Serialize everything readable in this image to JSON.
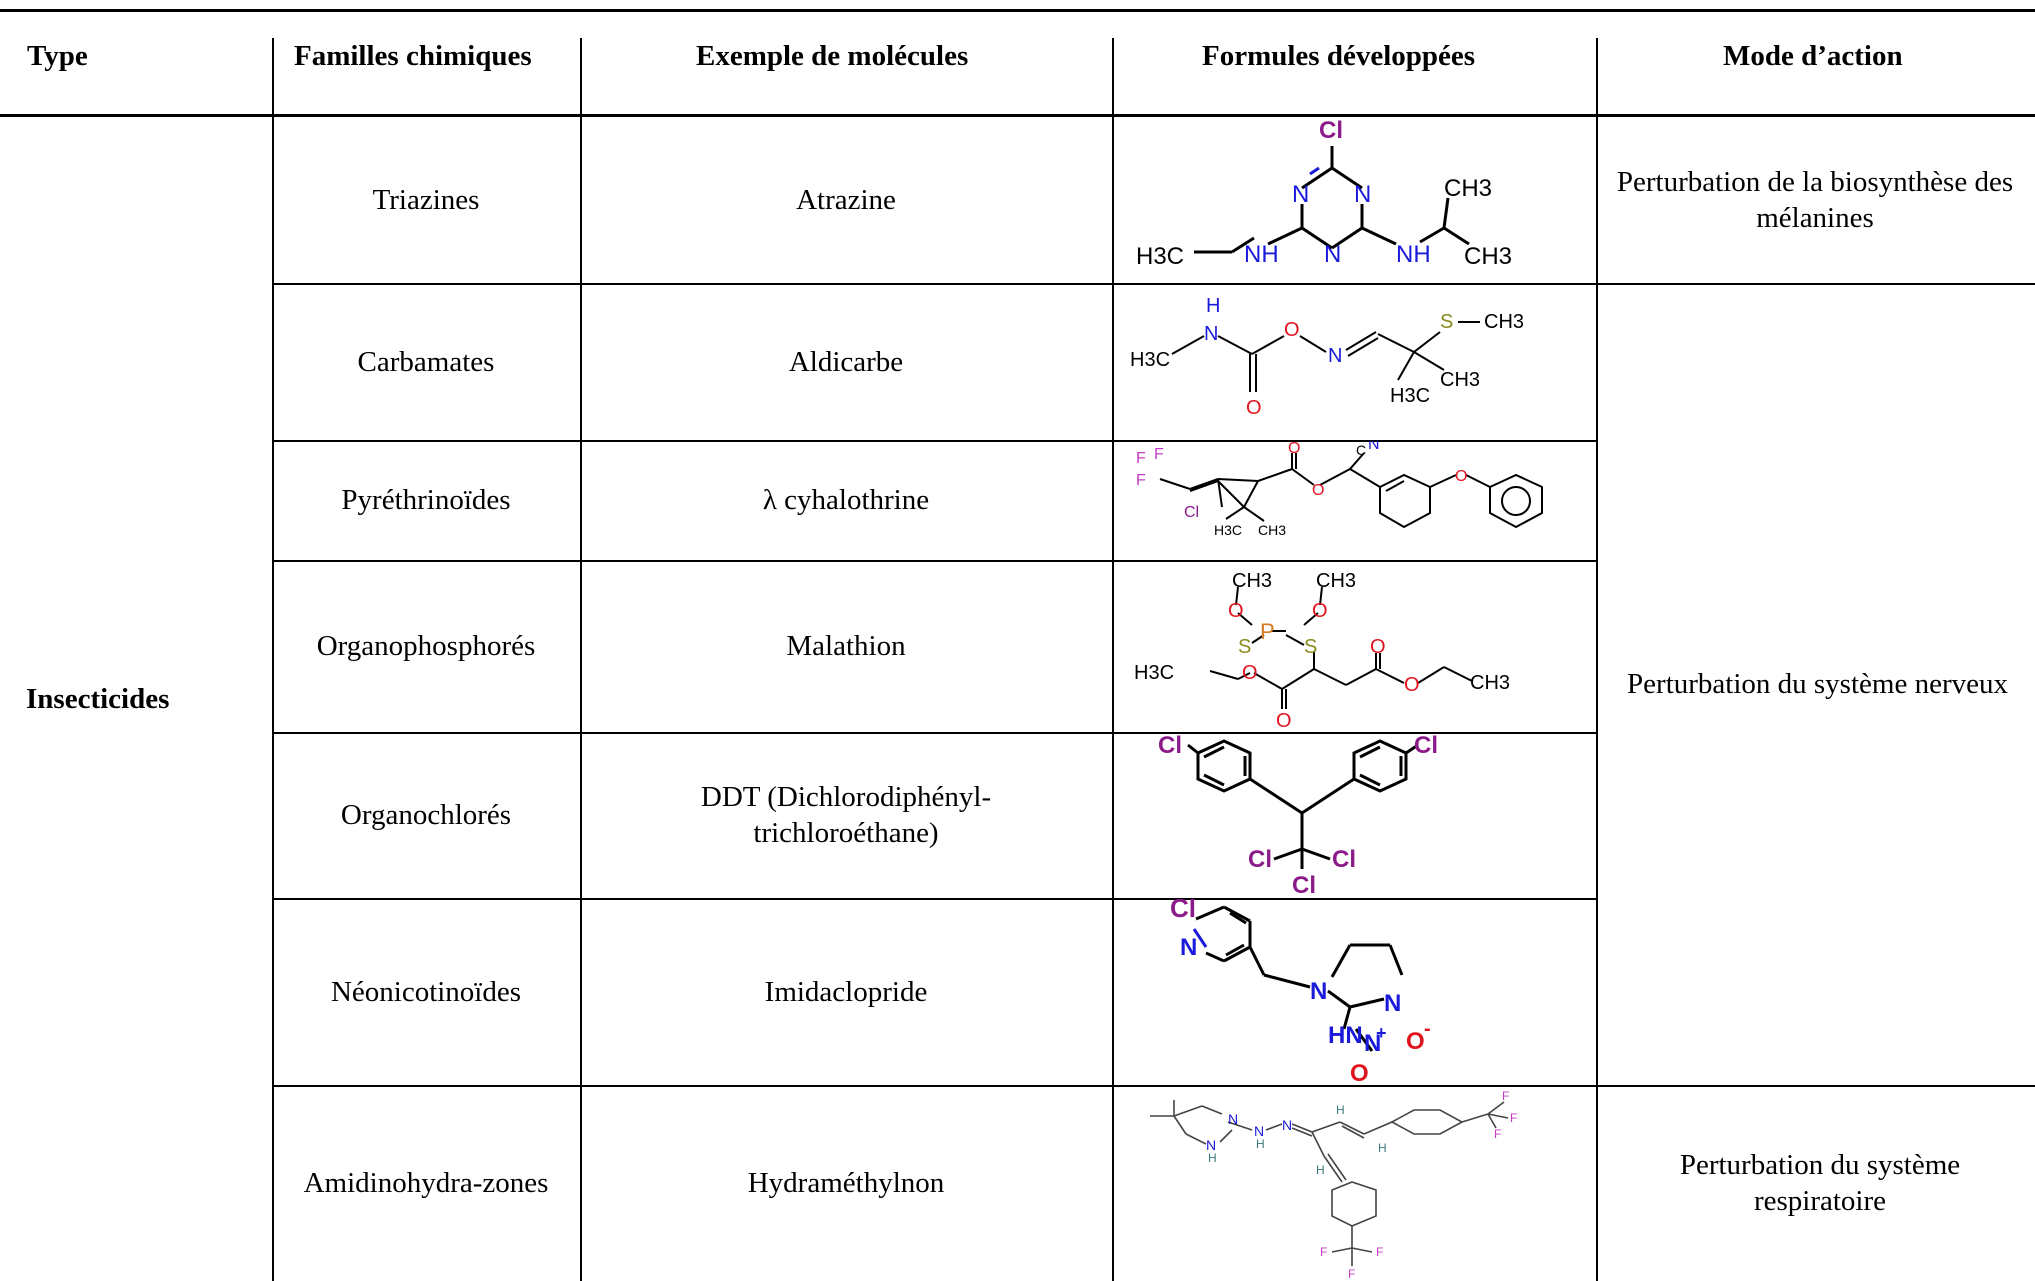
{
  "headers": {
    "type": "Type",
    "families": "Familles chimiques",
    "examples": "Exemple de molécules",
    "formulas": "Formules développées",
    "mode": "Mode d’action"
  },
  "type_label": "Insecticides",
  "rows": [
    {
      "family": "Triazines",
      "molecule": "Atrazine"
    },
    {
      "family": "Carbamates",
      "molecule": "Aldicarbe"
    },
    {
      "family": "Pyréthrinoïdes",
      "molecule": "λ cyhalothrine"
    },
    {
      "family": "Organophosphorés",
      "molecule": "Malathion"
    },
    {
      "family": "Organochlorés",
      "molecule": "DDT (Dichlorodiphényl-trichloroéthane)"
    },
    {
      "family": "Néonicotinoïdes",
      "molecule": "Imidaclopride"
    },
    {
      "family": "Amidinohydra-zones",
      "molecule": "Hydraméthylnon"
    }
  ],
  "modes": {
    "melanin": "Perturbation de la biosynthèse des mélanines",
    "nervous": "Perturbation du système nerveux",
    "respiratory": "Perturbation du système respiratoire"
  },
  "structure_labels": {
    "atrazine": {
      "cl": "Cl",
      "n": "N",
      "nh": "NH",
      "h3c": "H3C",
      "ch3": "CH3"
    },
    "aldicarbe": {
      "h": "H",
      "n": "N",
      "o": "O",
      "s": "S",
      "ch3": "CH3",
      "h3c": "H3C"
    },
    "cyhalothrine": {
      "f": "F",
      "cl": "Cl",
      "o": "O",
      "n": "N",
      "c": "C",
      "ch3": "CH3",
      "h3c": "H3C"
    },
    "malathion": {
      "ch3": "CH3",
      "o": "O",
      "p": "P",
      "s": "S",
      "h3c": "H3C"
    },
    "ddt": {
      "cl": "Cl"
    },
    "imidaclopride": {
      "cl": "Cl",
      "n": "N",
      "hn": "HN",
      "o": "O",
      "plus": "+",
      "minus": "-"
    },
    "hydramethylnon": {
      "n": "N",
      "h": "H",
      "f": "F"
    }
  },
  "colors": {
    "chlorine": "#8b1a8b",
    "nitrogen": "#1a1adb",
    "oxygen": "#e0141e",
    "sulfur": "#8a8a1e",
    "fluorine": "#c43cc4",
    "carbon": "#000000"
  }
}
